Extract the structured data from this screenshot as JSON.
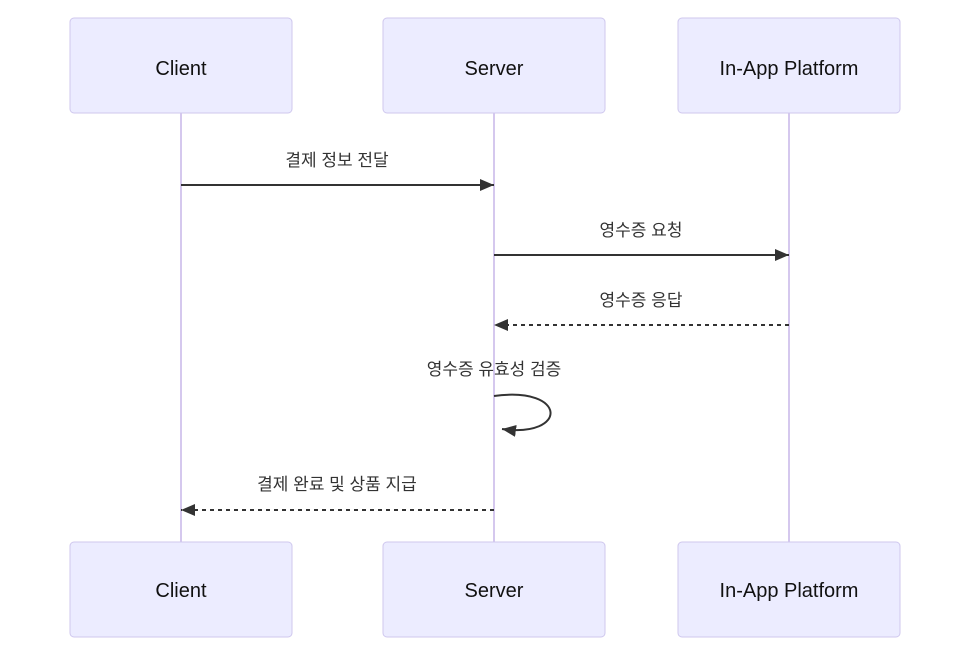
{
  "diagram": {
    "type": "sequence-diagram",
    "actors": [
      {
        "id": "client",
        "name": "Client"
      },
      {
        "id": "server",
        "name": "Server"
      },
      {
        "id": "inapp",
        "name": "In-App Platform"
      }
    ],
    "messages": [
      {
        "from": "Client",
        "to": "Server",
        "label": "결제 정보 전달",
        "line": "solid"
      },
      {
        "from": "Server",
        "to": "In-App Platform",
        "label": "영수증 요청",
        "line": "solid"
      },
      {
        "from": "In-App Platform",
        "to": "Server",
        "label": "영수증 응답",
        "line": "dashed"
      },
      {
        "from": "Server",
        "to": "Server",
        "label": "영수증 유효성 검증",
        "line": "self-loop"
      },
      {
        "from": "Server",
        "to": "Client",
        "label": "결제 완료 및 상품 지급",
        "line": "dashed"
      }
    ],
    "colors": {
      "actor_fill": "#ECECFF",
      "actor_border": "#CFC7EE",
      "lifeline": "#D5C8EE",
      "message_line": "#333333",
      "message_text": "#333333",
      "actor_text": "#111111",
      "background": "#FFFFFF"
    }
  }
}
